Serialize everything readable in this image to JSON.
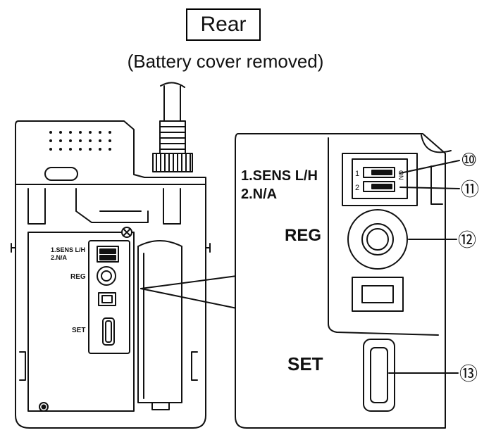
{
  "header": {
    "title": "Rear",
    "subtitle": "(Battery cover removed)"
  },
  "device": {
    "switch_label_1": "1.SENS L/H",
    "switch_label_2": "2.N/A",
    "reg_label": "REG",
    "set_label": "SET"
  },
  "detail": {
    "switch_label_1": "1.SENS L/H",
    "switch_label_2": "2.N/A",
    "reg_label": "REG",
    "set_label": "SET",
    "dip_num_1": "1",
    "dip_num_2": "2",
    "dip_on_label": "ON"
  },
  "callouts": [
    {
      "id": "10",
      "symbol": "⑩"
    },
    {
      "id": "11",
      "symbol": "⑪"
    },
    {
      "id": "12",
      "symbol": "⑫"
    },
    {
      "id": "13",
      "symbol": "⑬"
    }
  ],
  "colors": {
    "stroke": "#111111",
    "device_fill": "#ffffff",
    "inner_fill": "#f7f7f7"
  }
}
